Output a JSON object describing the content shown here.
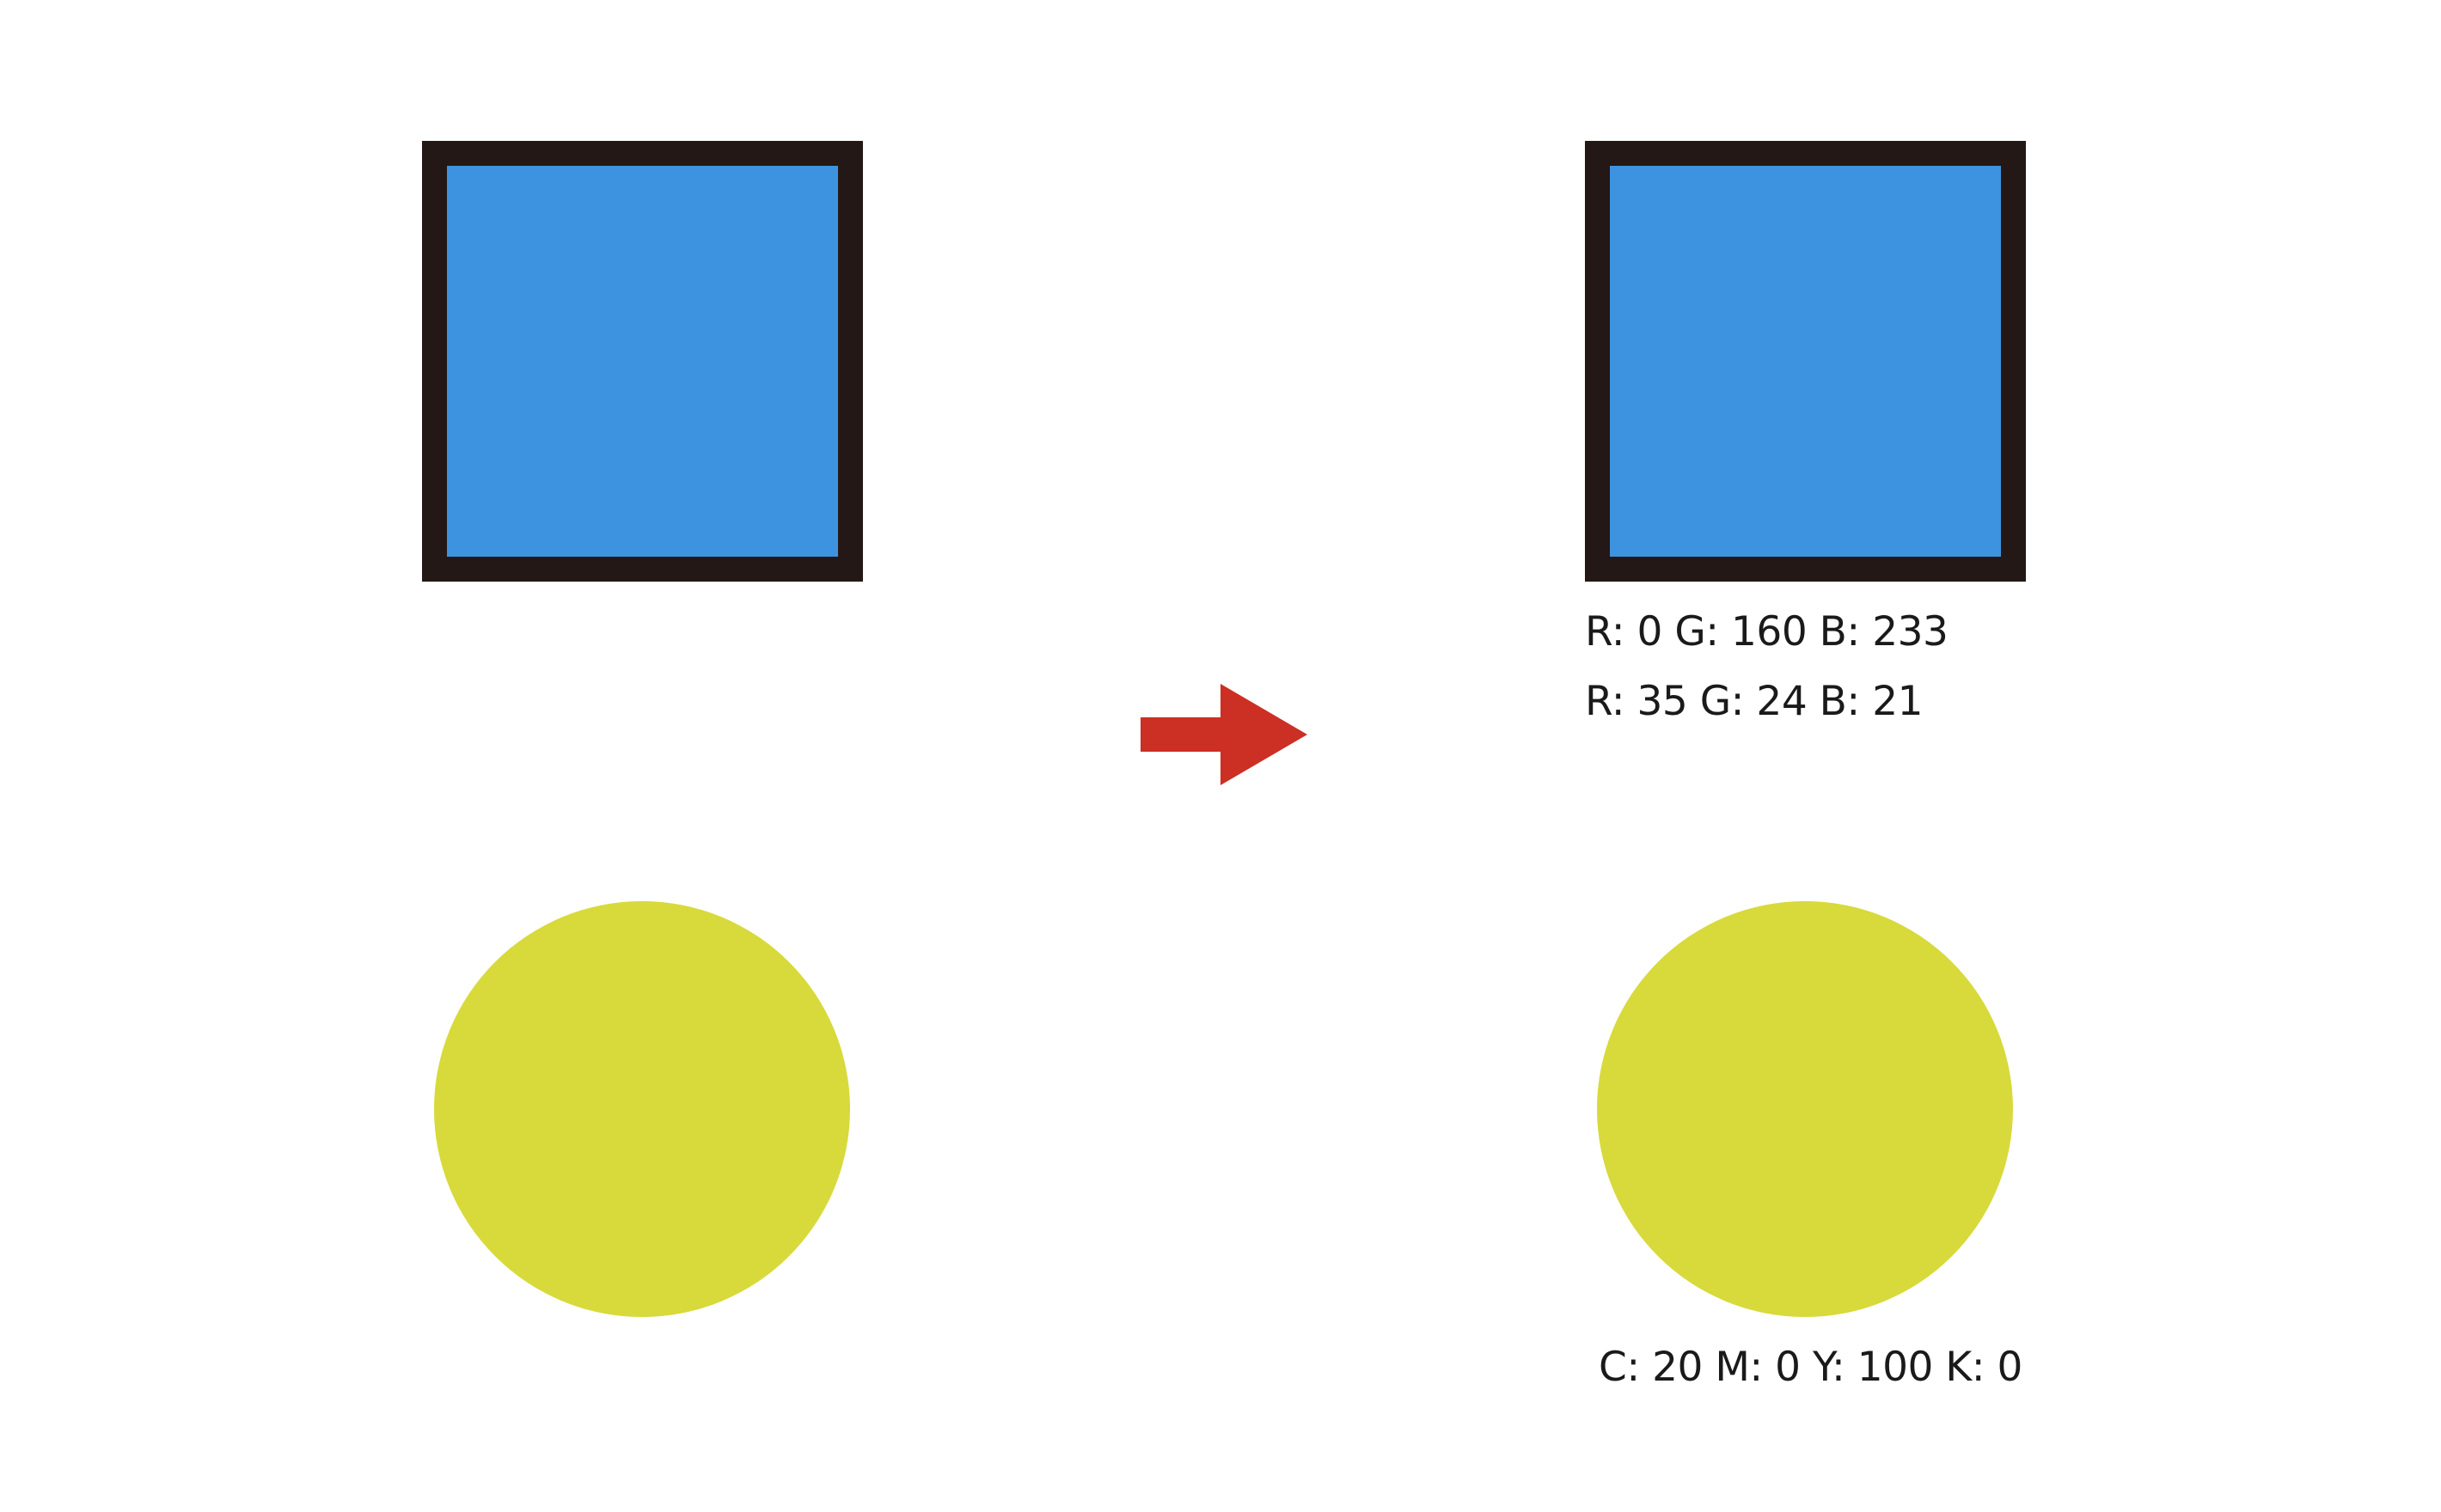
{
  "colors": {
    "square_fill": "#3d93e0",
    "square_border": "#231815",
    "circle_fill": "#d7da3a",
    "arrow_fill": "#cc2f23",
    "background": "#ffffff"
  },
  "labels": {
    "fill_rgb": "R: 0 G: 160 B: 233",
    "stroke_rgb": "R: 35 G: 24 B: 21",
    "cmyk": "C: 20 M: 0 Y: 100 K: 0"
  },
  "icons": {
    "arrow": "arrow-right-icon"
  }
}
